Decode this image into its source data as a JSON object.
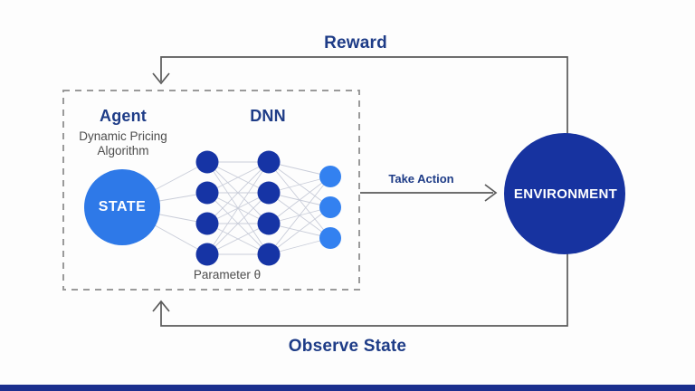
{
  "diagram": {
    "labels": {
      "reward": "Reward",
      "observe_state": "Observe State",
      "take_action": "Take Action",
      "agent": "Agent",
      "agent_subtitle": "Dynamic Pricing Algorithm",
      "dnn": "DNN",
      "state": "STATE",
      "parameter": "Parameter θ",
      "environment": "ENVIRONMENT"
    },
    "network": {
      "layers": [
        {
          "name": "input-layer",
          "count": 4,
          "color": "#1634a5"
        },
        {
          "name": "hidden-layer",
          "count": 4,
          "color": "#1634a5"
        },
        {
          "name": "output-layer",
          "count": 3,
          "color": "#3381f0"
        }
      ]
    },
    "colors": {
      "navy_text": "#1e3c87",
      "state_circle": "#2e79e8",
      "environment_circle": "#1733a0",
      "node_dark": "#1634a5",
      "node_light": "#3381f0",
      "loop_line": "#5a5a5a",
      "dashed_border": "#9a9a9a",
      "network_line": "#c9cdd9",
      "gray_text": "#4d4d4d",
      "bottom_bar": "#1b2f8e"
    }
  }
}
